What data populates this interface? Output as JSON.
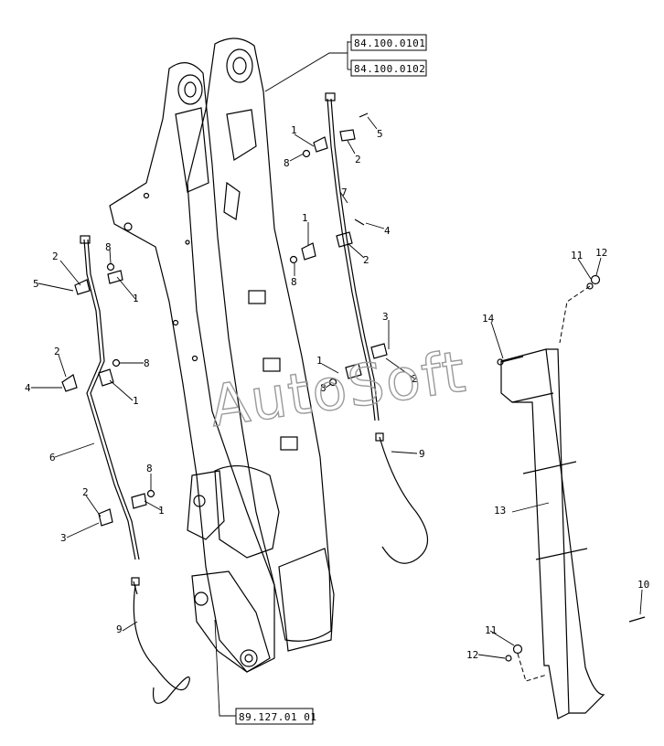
{
  "watermark": "AutoSoft",
  "references": {
    "top_1": "84.100.0101",
    "top_2": "84.100.0102",
    "bottom": "89.127.01 01"
  },
  "callouts": {
    "c1a": "1",
    "c1b": "1",
    "c1c": "1",
    "c1d": "1",
    "c1e": "1",
    "c1f": "1",
    "c2a": "2",
    "c2b": "2",
    "c2c": "2",
    "c2d": "2",
    "c2e": "2",
    "c2f": "2",
    "c3a": "3",
    "c3b": "3",
    "c4a": "4",
    "c4b": "4",
    "c5a": "5",
    "c5b": "5",
    "c6": "6",
    "c7": "7",
    "c8a": "8",
    "c8b": "8",
    "c8c": "8",
    "c8d": "8",
    "c8e": "8",
    "c9a": "9",
    "c9b": "9",
    "c10": "10",
    "c11a": "11",
    "c11b": "11",
    "c12a": "12",
    "c12b": "12",
    "c13": "13",
    "c14": "14"
  }
}
